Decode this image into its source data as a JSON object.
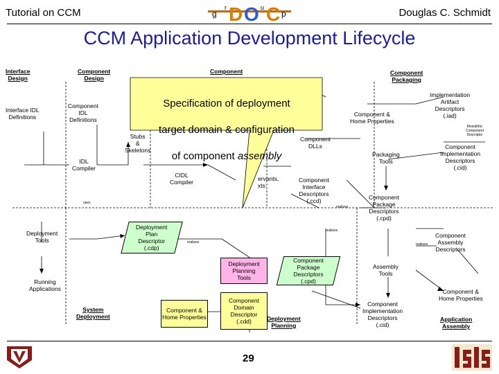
{
  "header": {
    "left": "Tutorial on CCM",
    "right": "Douglas C. Schmidt",
    "logo_letters": [
      "g",
      "r",
      "D",
      "O",
      "u",
      "C",
      "p"
    ]
  },
  "title": "CCM Application Development Lifecycle",
  "callout": {
    "line1": "Specification of deployment",
    "line2": "target domain & configuration",
    "line3": "of component ",
    "line3_italic": "assembly"
  },
  "diagram": {
    "interface_design": "Interface\nDesign",
    "component_design": "Component\nDesign",
    "component_impl_top": "Component",
    "component_packaging": "Component\nPackaging",
    "interface_idl_defs": "Interface IDL\nDefinitions",
    "component_idl_defs": "Component\nIDL\nDefinitions",
    "stubs_skeletons": "Stubs\n&\nSkeletons",
    "idl_compiler": "IDL\nCompiler",
    "cidl_compiler": "CIDL\nCompiler",
    "servants_partial": "ervants,\nxts",
    "component_dlls": "Component\nDLLs",
    "component_interface_descriptors": "Component\nInterface\nDescriptors\n(.ccd)",
    "impl_artifact_descriptors": "Implementation\nArtifact\nDescriptors\n(.iad)",
    "component_home_properties_top": "Component &\nHome Properties",
    "monolithic_component_descriptor": "Monolithic\nComponent\nDescriptor",
    "packaging_tools": "Packaging\nTools",
    "component_impl_descriptors_top": "Component\nImplementation\nDescriptors\n(.cid)",
    "component_package_descriptors": "Component\nPackage\nDescriptors\n(.cpd)",
    "deployment_tools": "Deployment\nTools",
    "deployment_plan_descriptor": "Deployment\nPlan\nDescriptor\n(.cdp)",
    "running_applications": "Running\nApplications",
    "deployment_planning_tools": "Deployment\nPlanning\nTools",
    "component_package_descriptors_green": "Component\nPackage\nDescriptors\n(.cpd)",
    "assembly_tools": "Assembly\nTools",
    "component_assembly_descriptors": "Component\nAssembly\nDescriptors",
    "component_home_properties_right": "Component &\nHome Properties",
    "system_deployment": "System\nDeployment",
    "component_home_properties_yellow": "Component &\nHome Properties",
    "component_domain_descriptor": "Component\nDomain\nDescriptor\n(.cdd)",
    "deployment_planning": "Deployment\nPlanning",
    "component_impl_descriptors_bottom": "Component\nImplementation\nDescriptors\n(.cid)",
    "application_assembly": "Application\nAssembly",
    "tiny_labels": [
      "realizes",
      "realizes",
      "realizes",
      "realizes",
      "uses"
    ]
  },
  "colors": {
    "title": "#1a1aa6",
    "green_fill": "#ccffcc",
    "pink_fill": "#ffb3e6",
    "yellow_fill": "#ffff99",
    "callout_fill": "#ffff99",
    "logo_maroon": "#8b1a1a"
  },
  "footer": {
    "page_number": "29"
  }
}
